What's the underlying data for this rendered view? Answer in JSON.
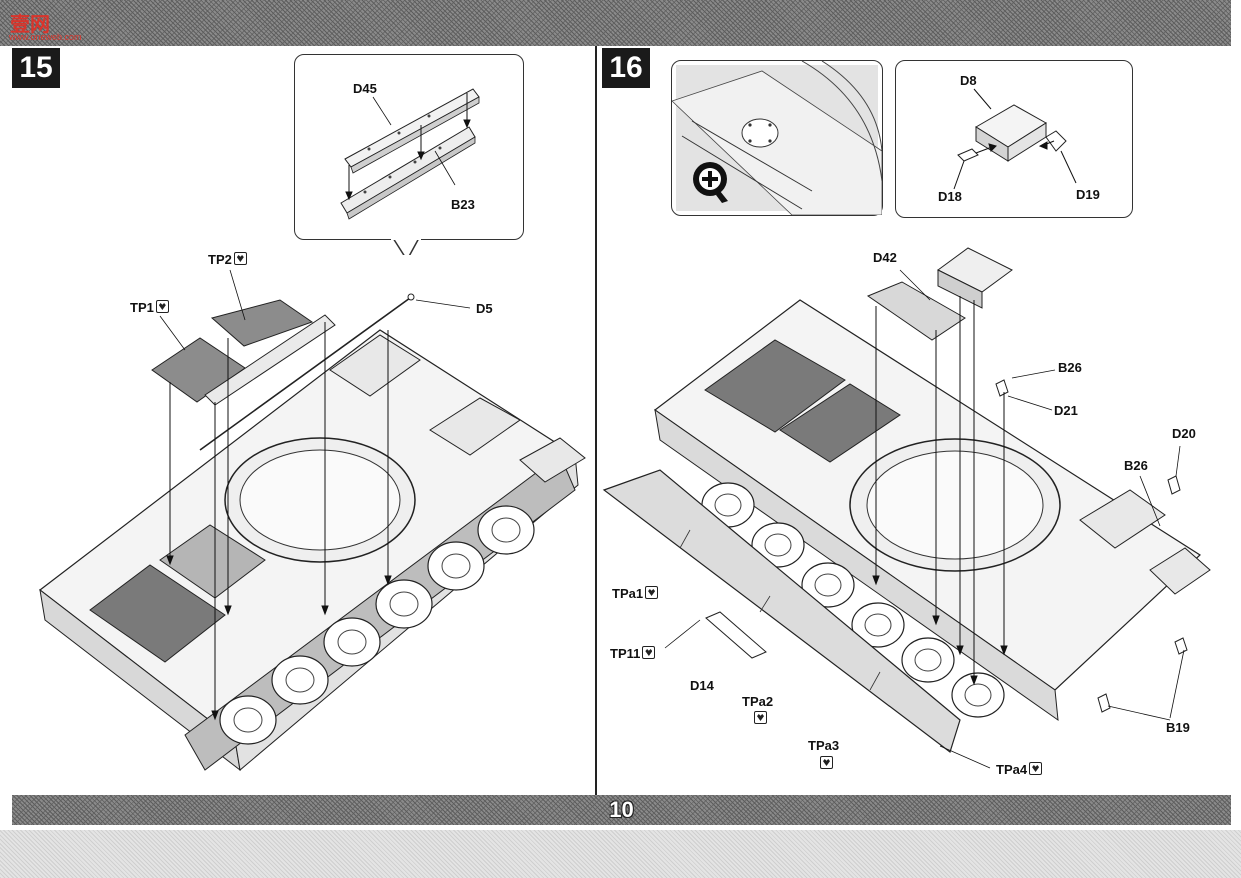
{
  "header": {
    "watermark_brand": "壹网",
    "watermark_url": "www.oneweb.com"
  },
  "steps": {
    "step15": {
      "number": "15",
      "callout_labels": {
        "rail": "D45",
        "bracket": "B23"
      },
      "labels": {
        "tp1": "TP1",
        "tp2": "TP2",
        "d5": "D5"
      }
    },
    "step16": {
      "number": "16",
      "detail_labels": {
        "box": "D8",
        "clip_left": "D18",
        "clip_right": "D19"
      },
      "labels": {
        "d42": "D42",
        "b26_top": "B26",
        "d21": "D21",
        "d20": "D20",
        "b26_side": "B26",
        "tpa1": "TPa1",
        "tp11": "TP11",
        "d14": "D14",
        "tpa2": "TPa2",
        "tpa3": "TPa3",
        "tpa4": "TPa4",
        "b19": "B19"
      }
    }
  },
  "icons": {
    "photo_etch": "photo-etch-part-icon",
    "zoom": "magnify-plus-icon"
  },
  "footer": {
    "page_number": "10"
  }
}
